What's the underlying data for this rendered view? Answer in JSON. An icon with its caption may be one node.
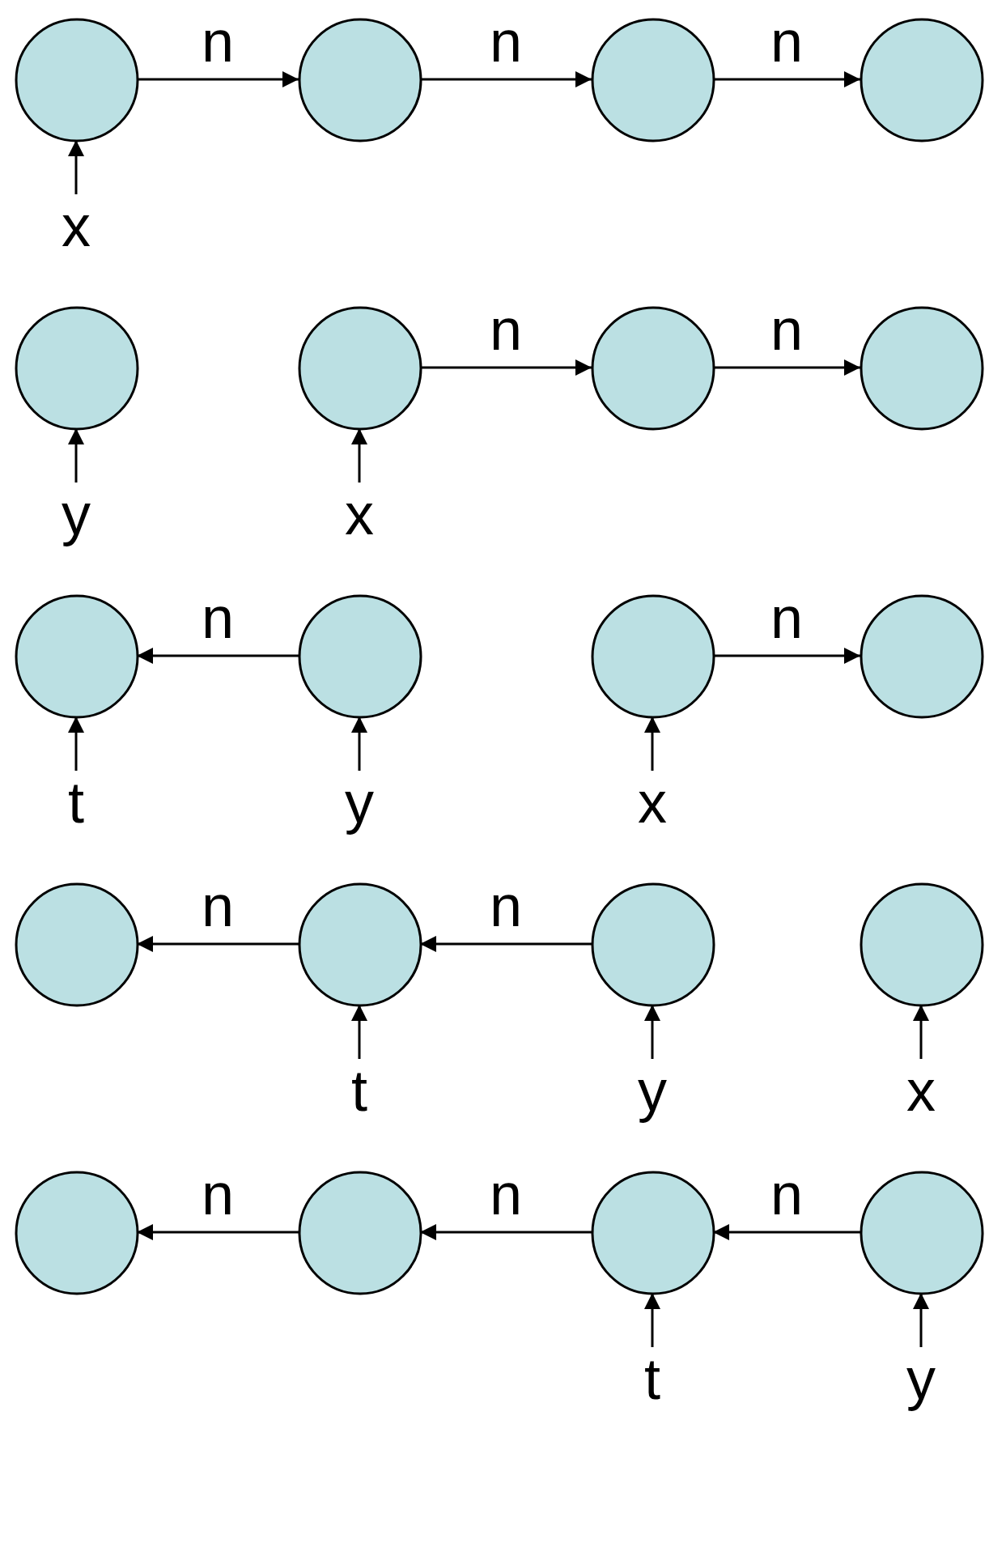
{
  "diagram": {
    "nodes": [
      {
        "text": [],
        "shape": "circle"
      },
      {
        "text": [],
        "shape": "circle"
      },
      {
        "text": [],
        "shape": "circle"
      },
      {
        "text": [],
        "shape": "circle"
      },
      {
        "text": [
          "x"
        ]
      },
      {
        "text": [],
        "shape": "circle"
      },
      {
        "text": [],
        "shape": "circle"
      },
      {
        "text": [],
        "shape": "circle"
      },
      {
        "text": [],
        "shape": "circle"
      },
      {
        "text": [
          "y"
        ]
      },
      {
        "text": [
          "x"
        ]
      },
      {
        "text": [],
        "shape": "circle"
      },
      {
        "text": [],
        "shape": "circle"
      },
      {
        "text": [],
        "shape": "circle"
      },
      {
        "text": [],
        "shape": "circle"
      },
      {
        "text": [
          "t"
        ]
      },
      {
        "text": [
          "y"
        ]
      },
      {
        "text": [
          "x"
        ]
      },
      {
        "text": [],
        "shape": "circle"
      },
      {
        "text": [],
        "shape": "circle"
      },
      {
        "text": [],
        "shape": "circle"
      },
      {
        "text": [],
        "shape": "circle"
      },
      {
        "text": [
          "t"
        ]
      },
      {
        "text": [
          "y"
        ]
      },
      {
        "text": [
          "x"
        ]
      },
      {
        "text": [],
        "shape": "circle"
      },
      {
        "text": [],
        "shape": "circle"
      },
      {
        "text": [],
        "shape": "circle"
      },
      {
        "text": [],
        "shape": "circle"
      },
      {
        "text": [
          "t"
        ]
      },
      {
        "text": [
          "y"
        ]
      }
    ],
    "edges": [
      {
        "from": 0,
        "to": 1,
        "arrow": "to",
        "label": "n"
      },
      {
        "from": 1,
        "to": 2,
        "arrow": "to",
        "label": "n"
      },
      {
        "from": 2,
        "to": 3,
        "arrow": "to",
        "label": "n"
      },
      {
        "from": 4,
        "to": 0,
        "arrow": "to"
      },
      {
        "from": 6,
        "to": 7,
        "arrow": "to",
        "label": "n"
      },
      {
        "from": 7,
        "to": 8,
        "arrow": "to",
        "label": "n"
      },
      {
        "from": 9,
        "to": 5,
        "arrow": "to"
      },
      {
        "from": 10,
        "to": 6,
        "arrow": "to"
      },
      {
        "from": 12,
        "to": 11,
        "arrow": "to",
        "label": "n"
      },
      {
        "from": 13,
        "to": 14,
        "arrow": "to",
        "label": "n"
      },
      {
        "from": 15,
        "to": 11,
        "arrow": "to"
      },
      {
        "from": 16,
        "to": 12,
        "arrow": "to"
      },
      {
        "from": 17,
        "to": 13,
        "arrow": "to"
      },
      {
        "from": 19,
        "to": 18,
        "arrow": "to",
        "label": "n"
      },
      {
        "from": 20,
        "to": 19,
        "arrow": "to",
        "label": "n"
      },
      {
        "from": 22,
        "to": 19,
        "arrow": "to"
      },
      {
        "from": 23,
        "to": 20,
        "arrow": "to"
      },
      {
        "from": 24,
        "to": 21,
        "arrow": "to"
      },
      {
        "from": 26,
        "to": 25,
        "arrow": "to",
        "label": "n"
      },
      {
        "from": 27,
        "to": 26,
        "arrow": "to",
        "label": "n"
      },
      {
        "from": 28,
        "to": 27,
        "arrow": "to",
        "label": "n"
      },
      {
        "from": 29,
        "to": 27,
        "arrow": "to"
      },
      {
        "from": 30,
        "to": 28,
        "arrow": "to"
      }
    ]
  }
}
